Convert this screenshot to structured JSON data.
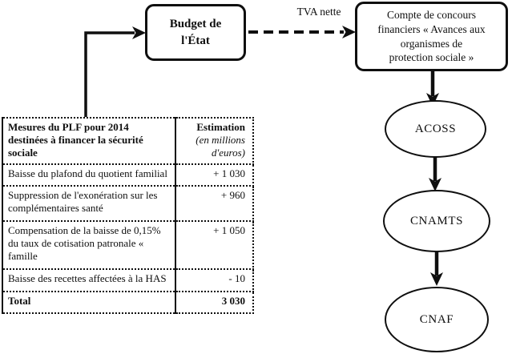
{
  "colors": {
    "ink": "#0f0f0f",
    "background": "#ffffff"
  },
  "flowchart": {
    "budget_box": "Budget de\nl'État",
    "tva_label": "TVA nette",
    "compte_box": "Compte de concours\nfinanciers « Avances aux\norganismes de\nprotection sociale »",
    "entities": [
      "ACOSS",
      "CNAMTS",
      "CNAF"
    ]
  },
  "table": {
    "header": {
      "measures": "Mesures du PLF pour 2014 destinées à financer la sécurité sociale",
      "estimation_title": "Estimation",
      "estimation_unit": "(en millions d'euros)"
    },
    "rows": [
      {
        "label": "Baisse du plafond du quotient familial",
        "value": "+ 1 030"
      },
      {
        "label": "Suppression de l'exonération sur les complémentaires santé",
        "value": "+ 960"
      },
      {
        "label": "Compensation de la baisse de 0,15% du taux de cotisation patronale « famille",
        "value": "+ 1 050"
      },
      {
        "label": "Baisse des recettes affectées à la HAS",
        "value": "- 10"
      },
      {
        "label": "Total",
        "value": "3 030"
      }
    ]
  }
}
